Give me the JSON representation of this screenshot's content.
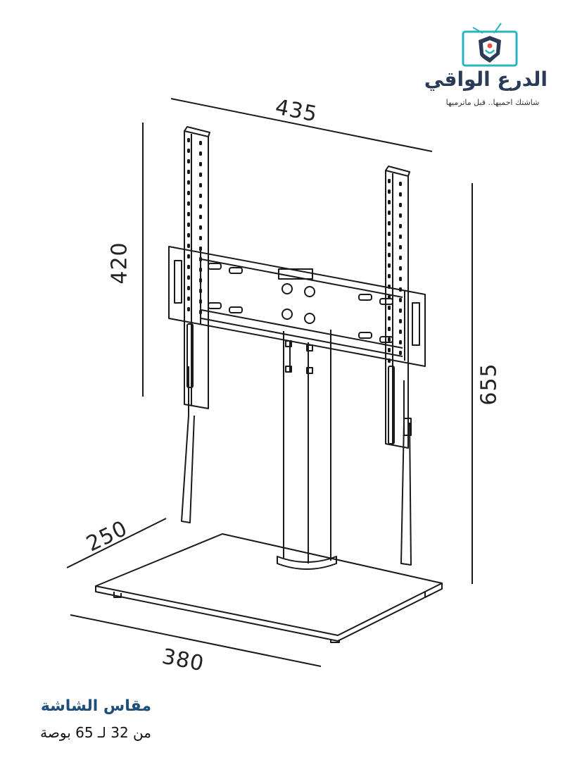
{
  "brand": {
    "name": "الدرع الواقي",
    "slogan": "شاشتك احميها.. قبل ماترميها",
    "colors": {
      "primary": "#2a3b57",
      "accent": "#2bb3c0",
      "highlight": "#e9503f"
    }
  },
  "dimensions": {
    "width_top": "435",
    "bracket_height": "420",
    "total_height": "655",
    "base_depth": "250",
    "base_width": "380"
  },
  "screen_size": {
    "title": "مقاس الشاشة",
    "range": "من 32 لـ 65 بوصة"
  }
}
